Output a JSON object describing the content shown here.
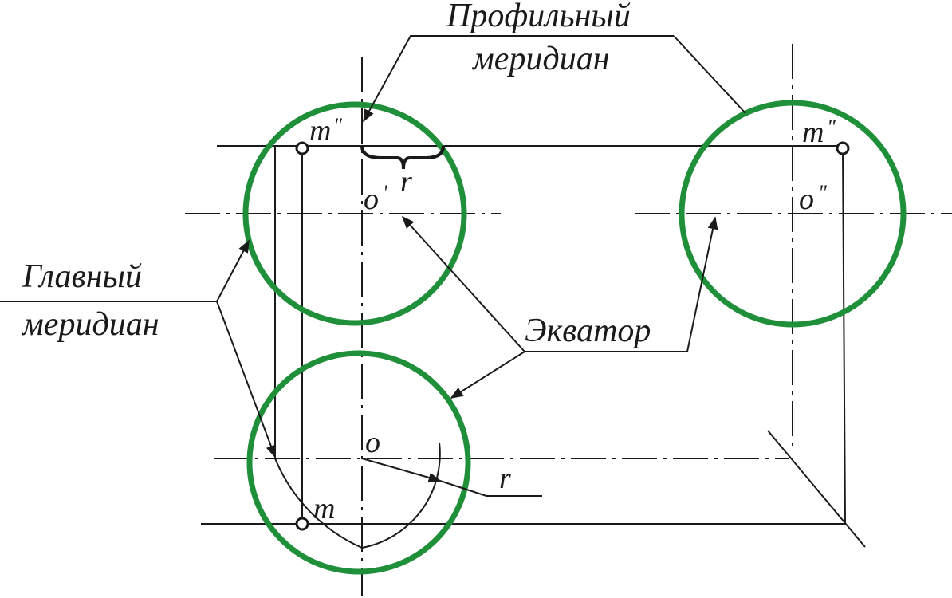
{
  "labels": {
    "profile_meridian_line1": "Профильный",
    "profile_meridian_line2": "меридиан",
    "main_meridian_line1": "Главный",
    "main_meridian_line2": "меридиан",
    "equator": "Экватор",
    "point_m_double": "m",
    "point_m_double_prime": "\"",
    "point_m_double_right": "m",
    "point_m_double_right_prime": "\"",
    "point_m": "m",
    "center_o_prime": "o",
    "center_o_prime_mark": "'",
    "center_o_double": "o",
    "center_o_double_mark": "\"",
    "center_o": "o",
    "radius_top": "r",
    "radius_bottom": "r"
  },
  "colors": {
    "circle": "#1f8f3a",
    "line": "#1a1a1a"
  }
}
